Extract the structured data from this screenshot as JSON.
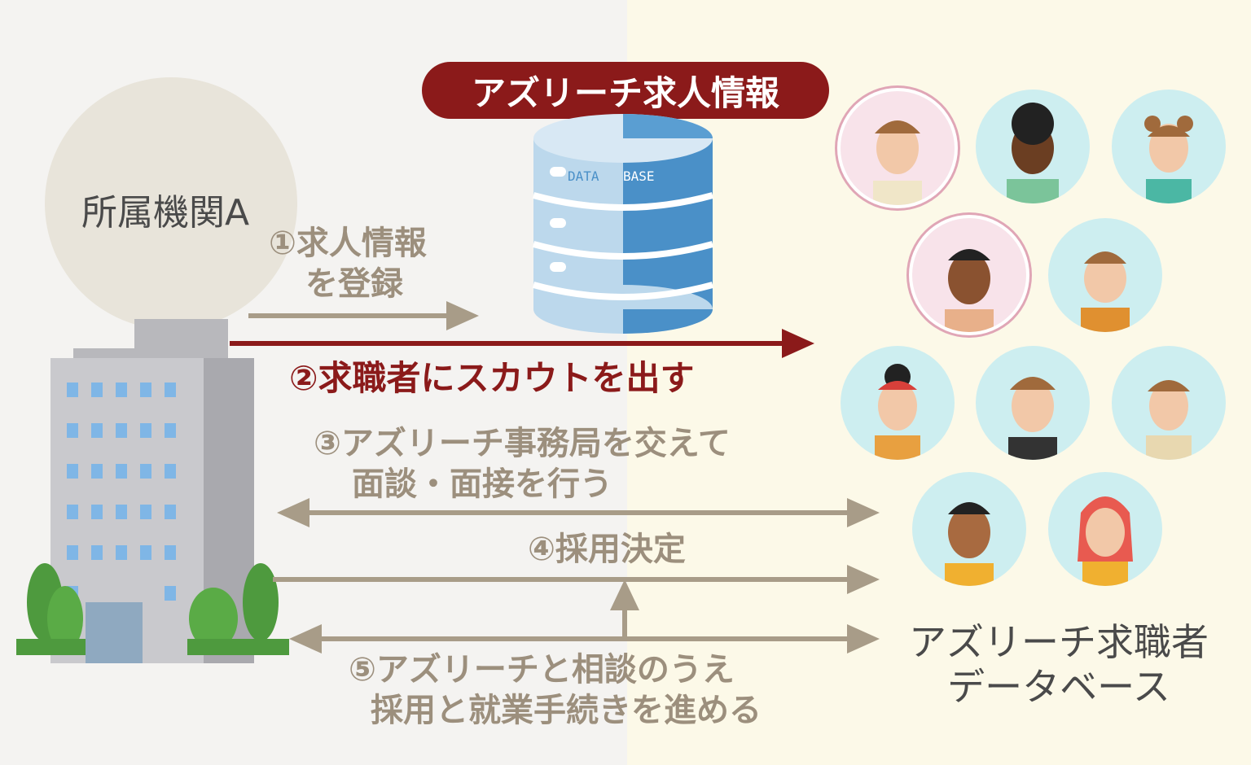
{
  "organization": {
    "label": "所属機関A"
  },
  "database": {
    "title": "アズリーチ求人情報",
    "icon_text_left": "DATA",
    "icon_text_right": "BASE"
  },
  "steps": {
    "step1_line1": "①求人情報",
    "step1_line2": "を登録",
    "step2": "②求職者にスカウトを出す",
    "step3_line1": "③アズリーチ事務局を交えて",
    "step3_line2": "面談・面接を行う",
    "step4": "④採用決定",
    "step5_line1": "⑤アズリーチと相談のうえ",
    "step5_line2": "採用と就業手続きを進める"
  },
  "seeker_db": {
    "line1": "アズリーチ求職者",
    "line2": "データベース"
  },
  "colors": {
    "accent_red": "#8b1a1a",
    "arrow_gray": "#a89c88",
    "db_blue": "#4a90c8",
    "db_light": "#bcd8ec"
  }
}
